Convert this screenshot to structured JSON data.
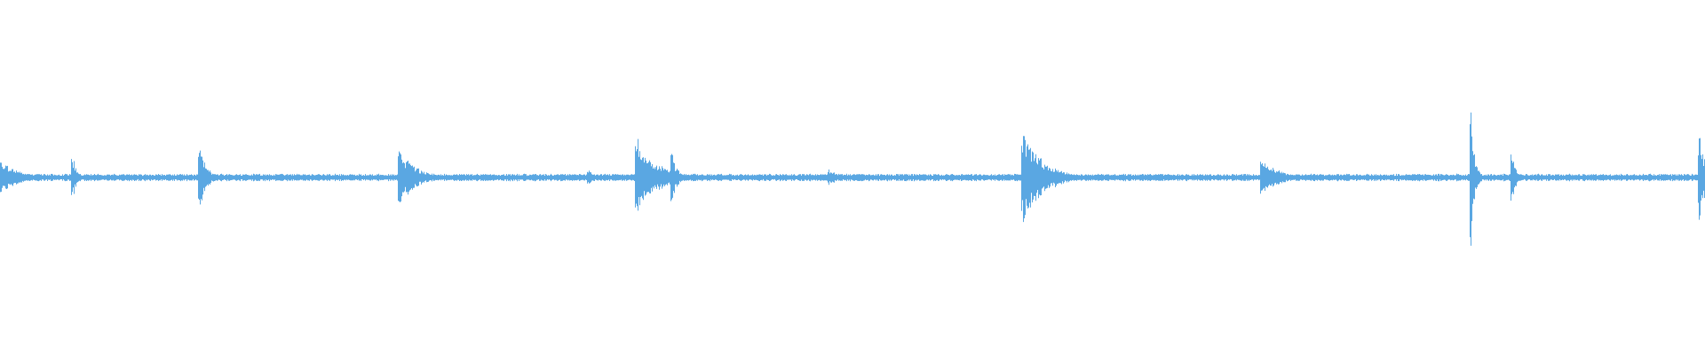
{
  "waveform": {
    "color": "#5aa7e2",
    "baseline_amplitude": 0.018,
    "transients": [
      {
        "t": 0.0,
        "amp": 0.1,
        "decay": 0.012
      },
      {
        "t": 0.042,
        "amp": 0.18,
        "decay": 0.002
      },
      {
        "t": 0.117,
        "amp": 0.19,
        "decay": 0.004
      },
      {
        "t": 0.234,
        "amp": 0.17,
        "decay": 0.01
      },
      {
        "t": 0.33,
        "amp": 0.02,
        "decay": 0.002
      },
      {
        "t": 0.345,
        "amp": 0.05,
        "decay": 0.004
      },
      {
        "t": 0.373,
        "amp": 0.24,
        "decay": 0.012
      },
      {
        "t": 0.394,
        "amp": 0.16,
        "decay": 0.003
      },
      {
        "t": 0.486,
        "amp": 0.05,
        "decay": 0.006
      },
      {
        "t": 0.6,
        "amp": 0.28,
        "decay": 0.012
      },
      {
        "t": 0.62,
        "amp": 0.05,
        "decay": 0.003
      },
      {
        "t": 0.74,
        "amp": 0.12,
        "decay": 0.01
      },
      {
        "t": 0.855,
        "amp": 0.03,
        "decay": 0.002
      },
      {
        "t": 0.863,
        "amp": 0.42,
        "decay": 0.002
      },
      {
        "t": 0.887,
        "amp": 0.14,
        "decay": 0.003
      },
      {
        "t": 0.997,
        "amp": 0.27,
        "decay": 0.004
      }
    ]
  }
}
